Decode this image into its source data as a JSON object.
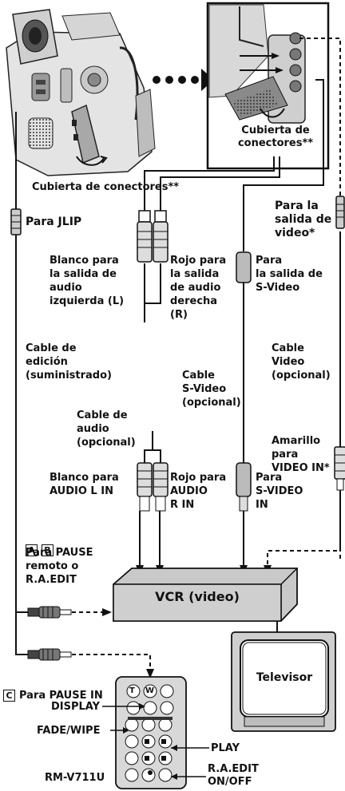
{
  "labels": {
    "cover_connectors_top": "Cubierta de\nconectores**",
    "cover_connectors_left": "Cubierta de conectores**",
    "jlip": "Para JLIP",
    "video_out": "Para la\nsalida de\nvideo*",
    "white_audio_out": "Blanco para\nla salida de\naudio\nizquierda (L)",
    "red_audio_out": "Rojo para\nla salida\nde audio\nderecha\n(R)",
    "svideo_out": "Para\nla salida de\nS-Video",
    "edit_cable": "Cable de\nedición\n(suministrado)",
    "video_cable": "Cable\nVideo\n(opcional)",
    "svideo_cable": "Cable\nS-Video\n(opcional)",
    "audio_cable": "Cable de\naudio\n(opcional)",
    "yellow_video_in": "Amarillo\npara\nVIDEO IN*",
    "white_audio_in": "Blanco para\nAUDIO L IN",
    "red_audio_in": "Rojo para\nAUDIO\nR IN",
    "svideo_in": "Para\nS-VIDEO\nIN",
    "badge_a": "A",
    "badge_b": "B",
    "badge_c": "C",
    "pause_remote": "Para PAUSE\nremoto o\nR.A.EDIT",
    "pause_in": "Para PAUSE IN",
    "vcr": "VCR (video)",
    "tv": "Televisor",
    "display": "DISPLAY",
    "fade_wipe": "FADE/WIPE",
    "play": "PLAY",
    "remote_model": "RM-V711U",
    "ra_edit": "R.A.EDIT\nON/OFF",
    "key_t": "T",
    "key_w": "W"
  }
}
